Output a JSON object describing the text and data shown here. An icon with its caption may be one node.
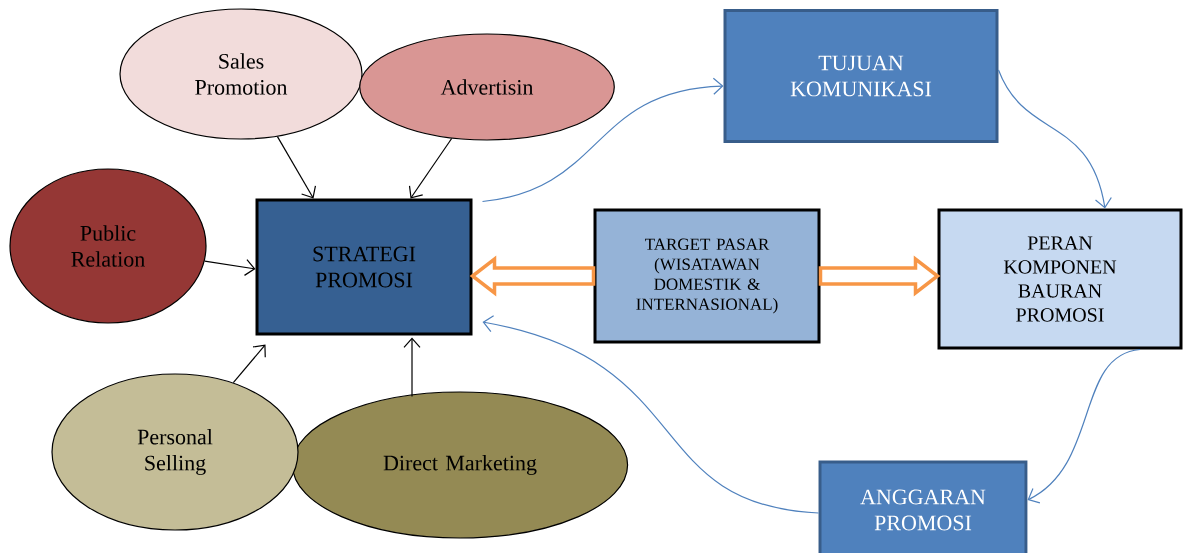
{
  "diagram": {
    "nodes": [
      {
        "text": [
          "Sales Promotion"
        ]
      },
      {
        "text": [
          "Advertisin"
        ]
      },
      {
        "text": [
          "TUJUAN KOMUNIKASI"
        ]
      },
      {
        "text": [
          "Public Relation"
        ]
      },
      {
        "text": [
          "STRATEGI PROMOSI"
        ]
      },
      {
        "text": [
          "TARGET PASAR (WISATAWAN DOMESTIK & INTERNASIONAL)"
        ]
      },
      {
        "text": [
          "PERAN KOMPONEN BAURAN PROMOSI"
        ]
      },
      {
        "text": [
          "Personal Selling"
        ]
      },
      {
        "text": [
          "Direct Marketing"
        ]
      },
      {
        "text": [
          "ANGGARAN PROMOSI"
        ]
      }
    ],
    "edges": [
      {
        "from": 0,
        "to": 4,
        "arrow": "to"
      },
      {
        "from": 1,
        "to": 4,
        "arrow": "to"
      },
      {
        "from": 3,
        "to": 4,
        "arrow": "to"
      },
      {
        "from": 7,
        "to": 4,
        "arrow": "to"
      },
      {
        "from": 8,
        "to": 4,
        "arrow": "to"
      },
      {
        "from": 4,
        "to": 2,
        "arrow": "to",
        "color": "#4f81bd"
      },
      {
        "from": 2,
        "to": 6,
        "arrow": "to",
        "color": "#4f81bd"
      },
      {
        "from": 6,
        "to": 9,
        "arrow": "to",
        "color": "#4f81bd"
      },
      {
        "from": 9,
        "to": 4,
        "arrow": "to",
        "color": "#4f81bd"
      },
      {
        "from": 5,
        "to": 4,
        "arrow": "to",
        "style": "thick",
        "color": "#f79646"
      },
      {
        "from": 5,
        "to": 6,
        "arrow": "to",
        "style": "thick",
        "color": "#f79646"
      }
    ]
  }
}
